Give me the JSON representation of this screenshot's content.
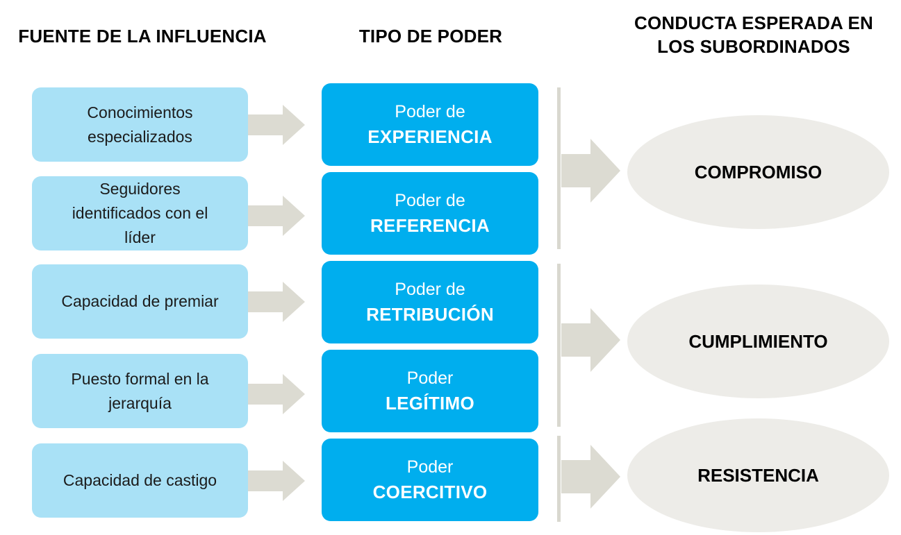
{
  "headers": {
    "source": "FUENTE DE LA INFLUENCIA",
    "power_type": "TIPO DE PODER",
    "behavior_line1": "CONDUCTA ESPERADA EN",
    "behavior_line2": "LOS SUBORDINADOS"
  },
  "sources": [
    {
      "line1": "Conocimientos",
      "line2": "especializados",
      "line3": ""
    },
    {
      "line1": "Seguidores",
      "line2": "identificados con el",
      "line3": "líder"
    },
    {
      "line1": "Capacidad de premiar",
      "line2": "",
      "line3": ""
    },
    {
      "line1": "Puesto formal en la",
      "line2": "jerarquía",
      "line3": ""
    },
    {
      "line1": "Capacidad de castigo",
      "line2": "",
      "line3": ""
    }
  ],
  "powers": [
    {
      "prefix": "Poder de",
      "name": "EXPERIENCIA"
    },
    {
      "prefix": "Poder de",
      "name": "REFERENCIA"
    },
    {
      "prefix": "Poder de",
      "name": "RETRIBUCIÓN"
    },
    {
      "prefix": "Poder",
      "name": "LEGÍTIMO"
    },
    {
      "prefix": "Poder",
      "name": "COERCITIVO"
    }
  ],
  "outcomes": [
    {
      "label": "COMPROMISO"
    },
    {
      "label": "CUMPLIMIENTO"
    },
    {
      "label": "RESISTENCIA"
    }
  ],
  "colors": {
    "source_box": "#a9e1f6",
    "power_box": "#00aeee",
    "arrow": "#dcdbd2",
    "ellipse": "#edece8"
  }
}
